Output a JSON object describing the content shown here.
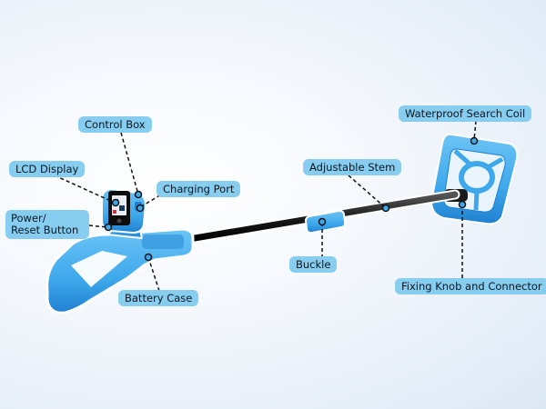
{
  "labels": {
    "control_box": "Control Box",
    "lcd_display": "LCD Display",
    "charging_port": "Charging Port",
    "power_reset_line1": "Power/",
    "power_reset_line2": "Reset Button",
    "adjustable_stem": "Adjustable Stem",
    "waterproof_search_coil": "Waterproof Search Coil",
    "buckle": "Buckle",
    "battery_case": "Battery Case",
    "fixing_knob_connector": "Fixing Knob and Connector"
  },
  "colors": {
    "label_fill": "#86cdf0",
    "device_blue": "#3ea8ec",
    "device_dark_blue": "#1f78c8",
    "stem_black": "#1a1a1a",
    "leader_line": "#111111"
  }
}
